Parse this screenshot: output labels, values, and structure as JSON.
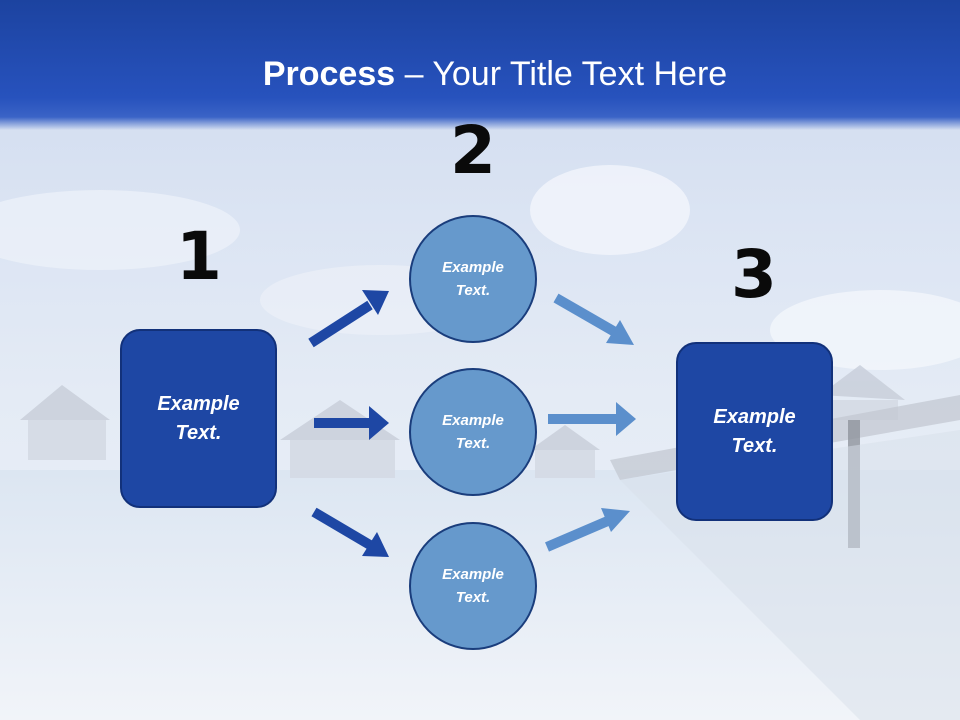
{
  "title": {
    "bold": "Process",
    "rest": " – Your Title Text Here"
  },
  "steps": {
    "one": "1",
    "two": "2",
    "three": "3"
  },
  "nodes": {
    "left_box": "Example\nText.",
    "circle_top": "Example\nText.",
    "circle_middle": "Example\nText.",
    "circle_bottom": "Example\nText.",
    "right_box": "Example\nText."
  },
  "colors": {
    "title_band": "#2752bd",
    "box_fill": "#1e47a4",
    "circle_fill": "#6699cc",
    "arrow_dark": "#1e47a4",
    "arrow_light": "#5b8fcc",
    "numbers": "#0a0a0a"
  }
}
